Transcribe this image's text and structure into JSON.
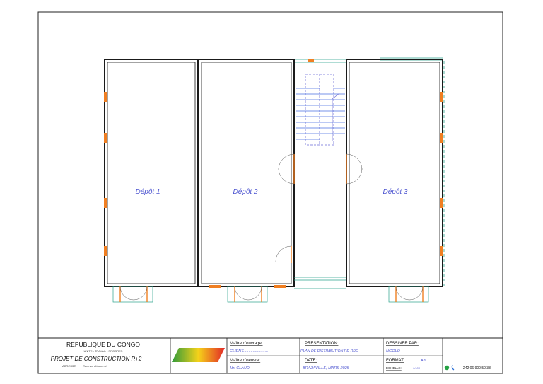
{
  "rooms": [
    {
      "label": "Dépôt 1"
    },
    {
      "label": "Dépôt 2"
    },
    {
      "label": "Dépôt 3"
    }
  ],
  "title_block": {
    "country": "REPUBLIQUE DU CONGO",
    "motto": "UNITE - TRAVAIL - PROGRES",
    "project": "PROJET DE CONSTRUCTION R+2",
    "address_label": "ADRESSE:",
    "address_value": "Rue non dénommé",
    "owner_label": "Maître d'ouvrage:",
    "owner_value": "CLIENT.......................",
    "builder_label": "Maître d'oeuvre:",
    "builder_value": "Mr. CLAUD",
    "presentation_label": "PRESENTATION:",
    "presentation_value": "PLAN DE DISTRIBUTION RD RDC",
    "date_label": "DATE:",
    "date_value": "BRAZAVILLE, MARS 2025",
    "drawn_by_label": "DESSINER PAR:",
    "drawn_by_value": "NGOLO",
    "format_label": "FORMAT:",
    "format_value": "A3",
    "scale_label": "ECHELLE:",
    "scale_value": "1/100",
    "phone": "+242 06 900 50 38"
  },
  "colors": {
    "wall": "#1a1a1a",
    "opening": "#f07f22",
    "glass": "#2aa38c",
    "stair": "#6b6bd6",
    "label": "#4d55d0"
  }
}
